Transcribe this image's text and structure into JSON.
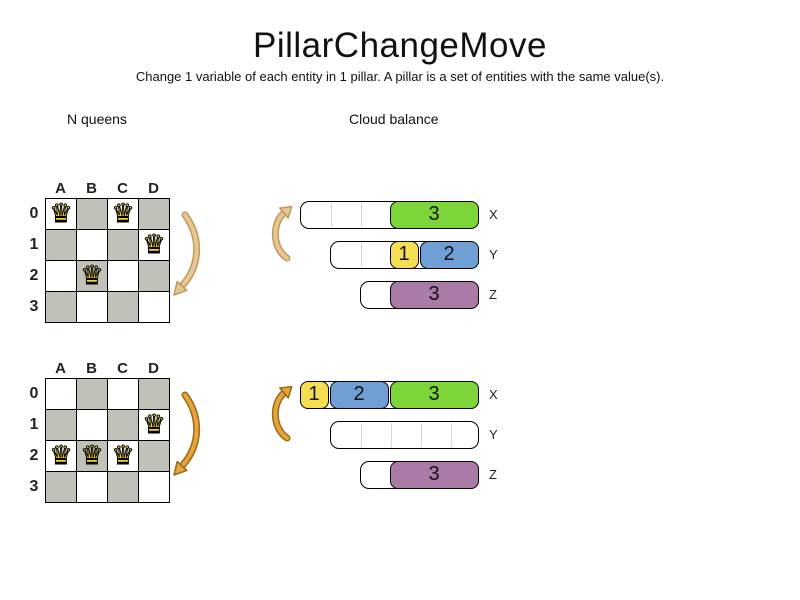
{
  "header": {
    "title": "PillarChangeMove",
    "subtitle": "Change 1 variable of each entity in 1 pillar. A pillar is a set of entities with the same value(s)."
  },
  "labels": {
    "nqueens": "N queens",
    "cloud": "Cloud balance"
  },
  "icons": {
    "queen": "♛",
    "move_arrow_down": "curved-arrow-down",
    "move_arrow_up": "curved-arrow-up"
  },
  "board": {
    "columns": [
      "A",
      "B",
      "C",
      "D"
    ],
    "rows": [
      "0",
      "1",
      "2",
      "3"
    ]
  },
  "nqueens": {
    "before": {
      "queens": [
        {
          "col": "A",
          "row": "0"
        },
        {
          "col": "C",
          "row": "0"
        },
        {
          "col": "D",
          "row": "1"
        },
        {
          "col": "B",
          "row": "2"
        }
      ]
    },
    "after": {
      "queens": [
        {
          "col": "D",
          "row": "1"
        },
        {
          "col": "A",
          "row": "2"
        },
        {
          "col": "B",
          "row": "2"
        },
        {
          "col": "C",
          "row": "2"
        }
      ]
    }
  },
  "cloud": {
    "before": {
      "bars": [
        {
          "label": "X",
          "capacity": 6,
          "blocks": [
            {
              "value": "3",
              "color": "#7dd53a",
              "size": 3,
              "offset": 3
            }
          ]
        },
        {
          "label": "Y",
          "capacity": 5,
          "blocks": [
            {
              "value": "1",
              "color": "#f6de52",
              "size": 1,
              "offset": 2
            },
            {
              "value": "2",
              "color": "#6f9fd4",
              "size": 2,
              "offset": 3
            }
          ]
        },
        {
          "label": "Z",
          "capacity": 4,
          "blocks": [
            {
              "value": "3",
              "color": "#a97ba6",
              "size": 3,
              "offset": 1
            }
          ]
        }
      ]
    },
    "after": {
      "bars": [
        {
          "label": "X",
          "capacity": 6,
          "blocks": [
            {
              "value": "1",
              "color": "#f6de52",
              "size": 1,
              "offset": 0
            },
            {
              "value": "2",
              "color": "#6f9fd4",
              "size": 2,
              "offset": 1
            },
            {
              "value": "3",
              "color": "#7dd53a",
              "size": 3,
              "offset": 3
            }
          ]
        },
        {
          "label": "Y",
          "capacity": 5,
          "blocks": []
        },
        {
          "label": "Z",
          "capacity": 4,
          "blocks": [
            {
              "value": "3",
              "color": "#a97ba6",
              "size": 3,
              "offset": 1
            }
          ]
        }
      ]
    }
  },
  "colors": {
    "board_dark_square": "#c0c1b8",
    "queen_gold": "#f6d32b",
    "block_green": "#7dd53a",
    "block_yellow": "#f6de52",
    "block_blue": "#6f9fd4",
    "block_purple": "#a97ba6",
    "arrow_light_fill": "#e7c795",
    "arrow_light_outline": "#c09a58",
    "arrow_dark_fill": "#e7a33e",
    "arrow_dark_outline": "#9b6b14"
  }
}
